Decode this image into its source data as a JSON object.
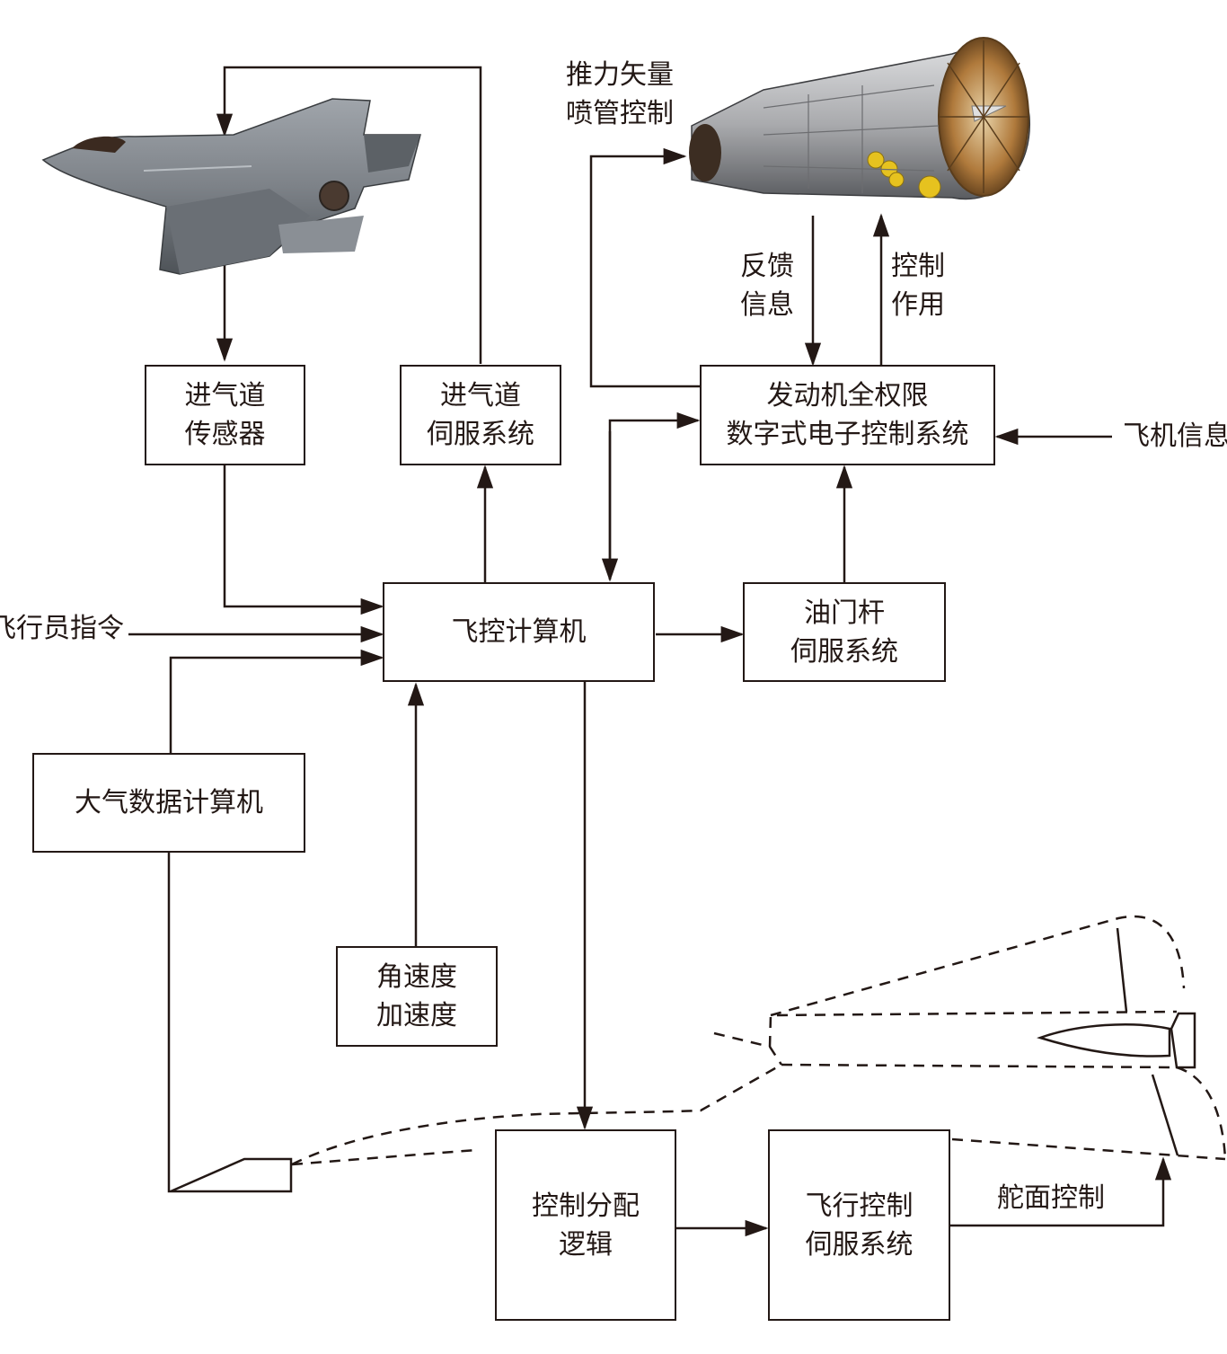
{
  "boxes": {
    "inlet_sensor": {
      "line1": "进气道",
      "line2": "传感器"
    },
    "inlet_servo": {
      "line1": "进气道",
      "line2": "伺服系统"
    },
    "fadec": {
      "line1": "发动机全权限",
      "line2": "数字式电子控制系统"
    },
    "flight_computer": {
      "line1": "飞控计算机"
    },
    "throttle_servo": {
      "line1": "油门杆",
      "line2": "伺服系统"
    },
    "air_data_computer": {
      "line1": "大气数据计算机"
    },
    "rate_accel": {
      "line1": "角速度",
      "line2": "加速度"
    },
    "control_allocation": {
      "line1": "控制分配",
      "line2": "逻辑"
    },
    "flight_control_servo": {
      "line1": "飞行控制",
      "line2": "伺服系统"
    }
  },
  "labels": {
    "thrust_vector_1": "推力矢量",
    "thrust_vector_2": "喷管控制",
    "feedback_1": "反馈",
    "feedback_2": "信息",
    "control_action_1": "控制",
    "control_action_2": "作用",
    "aircraft_info": "飞机信息",
    "pilot_command": "飞行员指令",
    "rudder_control": "舵面控制"
  },
  "icons": [
    "fighter-jet-image",
    "jet-engine-image",
    "aircraft-outline-drawing"
  ],
  "colors": {
    "line": "#231815",
    "jet_body": "#7d8288",
    "engine_body": "#a9aaad",
    "engine_fan": "#b07a3c",
    "engine_accessory": "#e6c21f"
  }
}
